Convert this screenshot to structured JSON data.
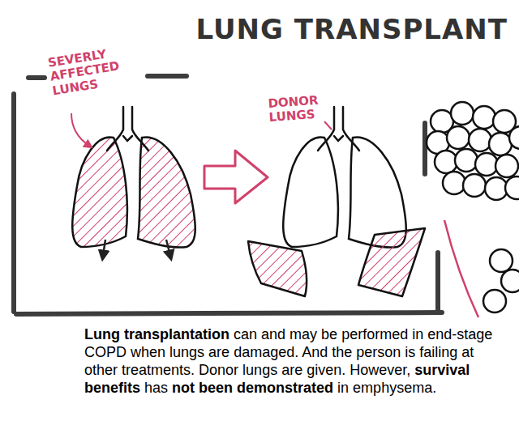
{
  "diagram": {
    "title": "LUNG TRANSPLANT",
    "caption": "Lung transplantation can and may be performed in end-stage COPD when lungs are damaged. And the person is failing at other treatments. Donor lungs are given. However, survival benefits has not been demonstrated in emphysema.",
    "labels": [
      "SEVERLY AFFECTED LUNGS",
      "DONOR LUNGS"
    ]
  }
}
